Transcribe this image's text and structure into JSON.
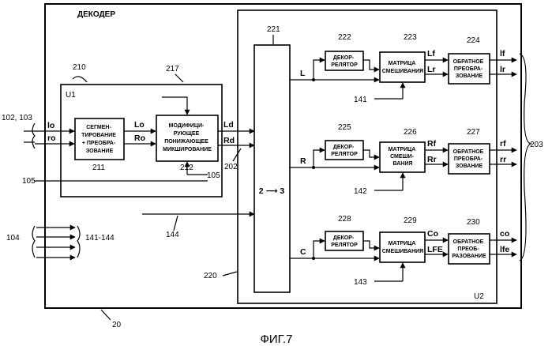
{
  "title": "ДЕКОДЕР",
  "figure_caption": "ФИГ.7",
  "refs": {
    "r20": "20",
    "r102": "102, 103",
    "r104": "104",
    "r105": "105",
    "r141": "141",
    "r142": "142",
    "r143": "143",
    "r144": "144",
    "r141_144": "141-144",
    "r202": "202",
    "r203": "203",
    "r210": "210",
    "r211": "211",
    "r212": "212",
    "r217": "217",
    "r220": "220",
    "r221": "221",
    "r222": "222",
    "r223": "223",
    "r224": "224",
    "r225": "225",
    "r226": "226",
    "r227": "227",
    "r228": "228",
    "r229": "229",
    "r230": "230"
  },
  "units": {
    "u1": "U1",
    "u2": "U2"
  },
  "splitter": "2 ⟶ 3",
  "signals": {
    "lo_in": "lo",
    "ro_in": "ro",
    "Lo": "Lo",
    "Ro": "Ro",
    "Ld": "Ld",
    "Rd": "Rd",
    "L": "L",
    "R": "R",
    "C": "C",
    "Lf": "Lf",
    "Lr": "Lr",
    "Rf": "Rf",
    "Rr": "Rr",
    "Co": "Co",
    "LFE": "LFE",
    "lf": "lf",
    "lr": "lr",
    "rf": "rf",
    "rr": "rr",
    "co": "co",
    "lfe": "lfe"
  },
  "blocks": {
    "seg": [
      "СЕГМЕН-",
      "ТИРОВАНИЕ",
      "+ ПРЕОБРА-",
      "ЗОВАНИЕ"
    ],
    "mod": [
      "МОДИФИЦИ-",
      "РУЮЩЕЕ",
      "ПОНИЖАЮЩЕЕ",
      "МИКШИРОВАНИЕ"
    ],
    "decor": [
      "ДЕКОР-",
      "РЕЛЯТОР"
    ],
    "mix_top": [
      "МАТРИЦА",
      "СМЕШИВАНИЯ"
    ],
    "mix_mid": [
      "МАТРИЦА",
      "СМЕШИ-",
      "ВАНИЯ"
    ],
    "mix_bot": [
      "МАТРИЦА",
      "СМЕШИВАНИЯ"
    ],
    "inv_top": [
      "ОБРАТНОЕ",
      "ПРЕОБРА-",
      "ЗОВАНИЕ"
    ],
    "inv_mid": [
      "ОБРАТНОЕ",
      "ПРЕОБРА-",
      "ЗОВАНИЕ"
    ],
    "inv_bot": [
      "ОБРАТНОЕ",
      "ПРЕОБ-",
      "РАЗОВАНИЕ"
    ]
  }
}
